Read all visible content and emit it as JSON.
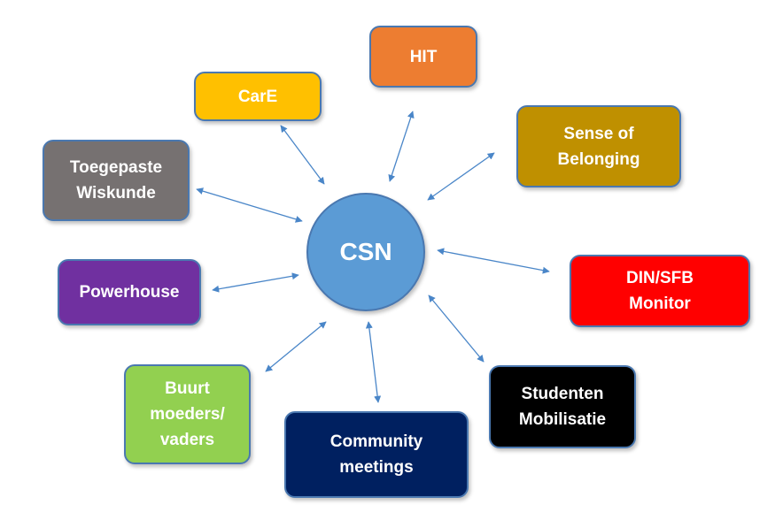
{
  "center": {
    "label": "CSN",
    "color": "#5b9bd5"
  },
  "nodes": [
    {
      "id": "hit",
      "lines": [
        "HIT"
      ],
      "color": "#ed7d31"
    },
    {
      "id": "care",
      "lines": [
        "CarE"
      ],
      "color": "#ffc000"
    },
    {
      "id": "sense",
      "lines": [
        "Sense of",
        "Belonging"
      ],
      "color": "#bf9000"
    },
    {
      "id": "toegepaste",
      "lines": [
        "Toegepaste",
        "Wiskunde"
      ],
      "color": "#767171"
    },
    {
      "id": "din",
      "lines": [
        "DIN/SFB",
        "Monitor"
      ],
      "color": "#ff0000"
    },
    {
      "id": "powerhouse",
      "lines": [
        "Powerhouse"
      ],
      "color": "#7030a0"
    },
    {
      "id": "studenten",
      "lines": [
        "Studenten",
        "Mobilisatie"
      ],
      "color": "#000000"
    },
    {
      "id": "buurt",
      "lines": [
        "Buurt",
        "moeders/",
        "vaders"
      ],
      "color": "#92d050"
    },
    {
      "id": "community",
      "lines": [
        "Community",
        "meetings"
      ],
      "color": "#002060"
    }
  ],
  "arrow_color": "#4a86c8"
}
